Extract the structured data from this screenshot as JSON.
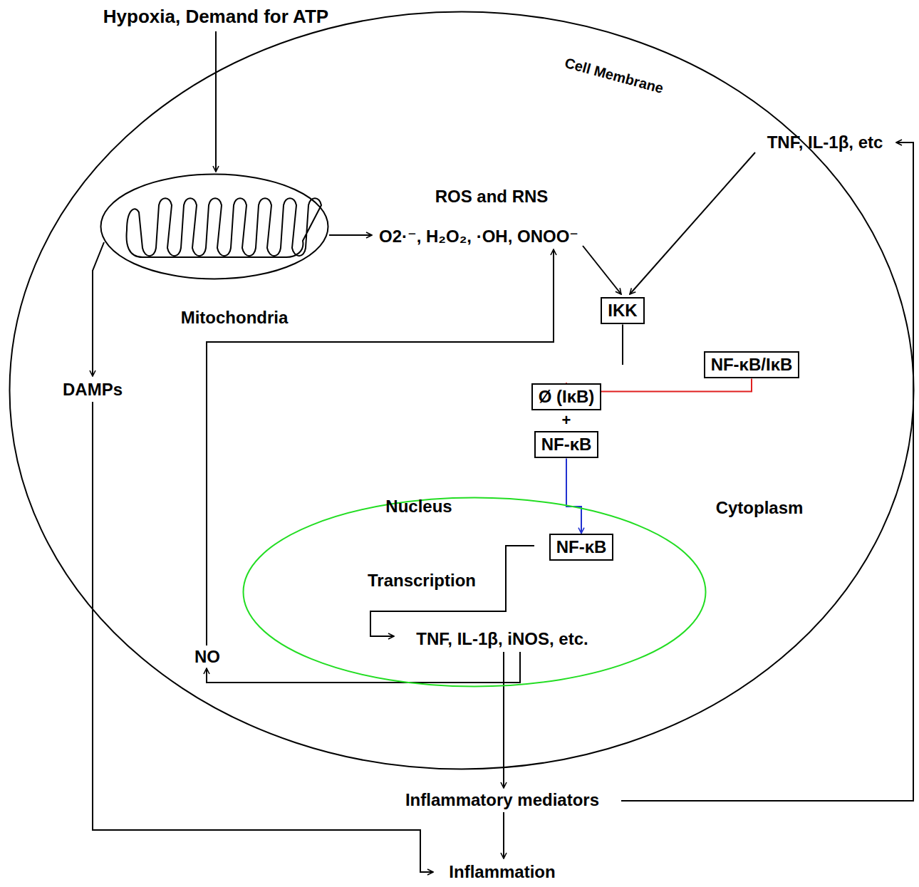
{
  "diagram": {
    "nodes": [
      {
        "text": [
          "Cell Membrane"
        ]
      },
      {
        "text": [
          "Mitochondria"
        ],
        "in": 0
      },
      {
        "text": [
          "IKK"
        ],
        "in": 0
      },
      {
        "text": [
          "NF-κB/IκB"
        ],
        "in": 0
      },
      {
        "text": [
          "Ø (IκB)"
        ],
        "in": 0
      },
      {
        "text": [
          "NF-κB"
        ],
        "in": 0
      },
      {
        "text": [
          "Nucleus"
        ],
        "in": 0
      },
      {
        "text": [
          "NF-κB"
        ],
        "in": 6
      }
    ],
    "edges": [
      {
        "from": 3,
        "to": 4,
        "arrow": "to"
      },
      {
        "from": 5,
        "to": 7,
        "arrow": "to"
      }
    ],
    "labels": [
      "Hypoxia, Demand for ATP",
      "ROS and RNS",
      "O2·⁻, H₂O₂, ·OH, ONOO⁻",
      "TNF, IL-1β, etc",
      "DAMPs",
      "+",
      "Cytoplasm",
      "Transcription",
      "TNF, IL-1β, iNOS, etc.",
      "NO",
      "Inflammatory mediators",
      "Inflammation"
    ]
  }
}
